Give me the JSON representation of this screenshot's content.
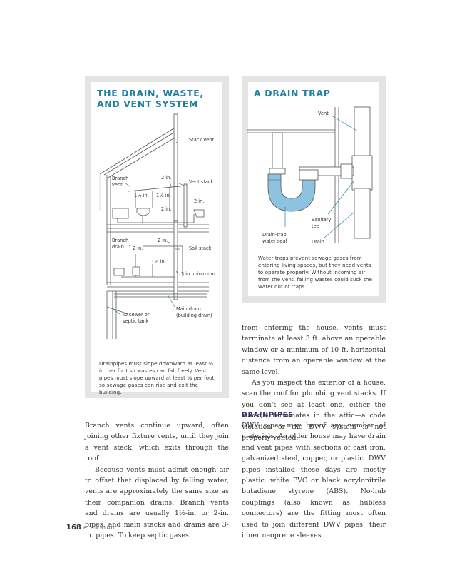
{
  "dwv_panel": {
    "title_line1": "THE DRAIN, WASTE,",
    "title_line2": "AND VENT SYSTEM",
    "labels": {
      "stack_vent": "Stack vent",
      "branch_vent_1": "Branch",
      "branch_vent_2": "vent",
      "two_in_a": "2 in.",
      "vent_stack": "Vent stack",
      "one_half_a": "1½ in.",
      "one_half_b": "1½ in.",
      "two_in_b": "2 in.",
      "two_in_c": "2 in.",
      "branch_drain_1": "Branch",
      "branch_drain_2": "drain",
      "two_in_d": "2 in.",
      "two_in_e": "2 in.",
      "soil_stack": "Soil stack",
      "one_half_c": "1½ in.",
      "three_in_min": "3 in. minimum",
      "main_drain_1": "Main drain",
      "main_drain_2": "(building drain)",
      "sewer_1": "To sewer or",
      "sewer_2": "septic tank"
    },
    "caption": "Drainpipes must slope downward at least ¼ in. per foot so wastes can fall freely. Vent pipes must slope upward at least ¼ per foot so sewage gases can rise and exit the building."
  },
  "trap_panel": {
    "title": "A DRAIN TRAP",
    "labels": {
      "vent": "Vent",
      "sanitary_tee_1": "Sanitary",
      "sanitary_tee_2": "tee",
      "seal_1": "Drain-trap",
      "seal_2": "water seal",
      "drain": "Drain"
    },
    "caption": "Water traps prevent sewage gases from entering living spaces, but they need vents to operate properly. Without incoming air from the vent, falling wastes could suck the water out of traps."
  },
  "right_column": {
    "para1": "from entering the house, vents must terminate at least 3 ft. above an operable window or a minimum of 10 ft. horizontal distance from an operable window at the same level.",
    "para2": "As you inspect the exterior of a house, scan the roof for plumbing vent stacks. If you don't see at least one, either the stack(s) terminates in the attic—a code violation—or the DWV system is not properly vented.",
    "heading": "DRAINPIPES",
    "para3": "DWV pipes may be of any number of materials. An older house may have drain and vent pipes with sections of cast iron, galvanized steel, copper, or plastic. DWV pipes installed these days are mostly plastic: white PVC or black acrylonitrile butadiene styrene (ABS). No-hub couplings (also known as hubless connectors) are the fitting most often used to join different DWV pipes; their inner neoprene sleeves"
  },
  "left_column": {
    "para1": "Branch vents continue upward, often joining other fixture vents, until they join a vent stack, which exits through the roof.",
    "para2": "Because vents must admit enough air to offset that displaced by falling water, vents are approximately the same size as their companion drains. Branch vents and drains are usually 1½-in. or 2-in. pipes, and main stacks and drains are 3-in. pipes. To keep septic gases"
  },
  "footer": {
    "page_number": "168",
    "section": "PLUMBING"
  },
  "colors": {
    "accent_blue": "#1f7fa6",
    "water_blue": "#8ec3df",
    "panel_gray": "#e4e4e4",
    "heading_navy": "#2e2e66"
  }
}
